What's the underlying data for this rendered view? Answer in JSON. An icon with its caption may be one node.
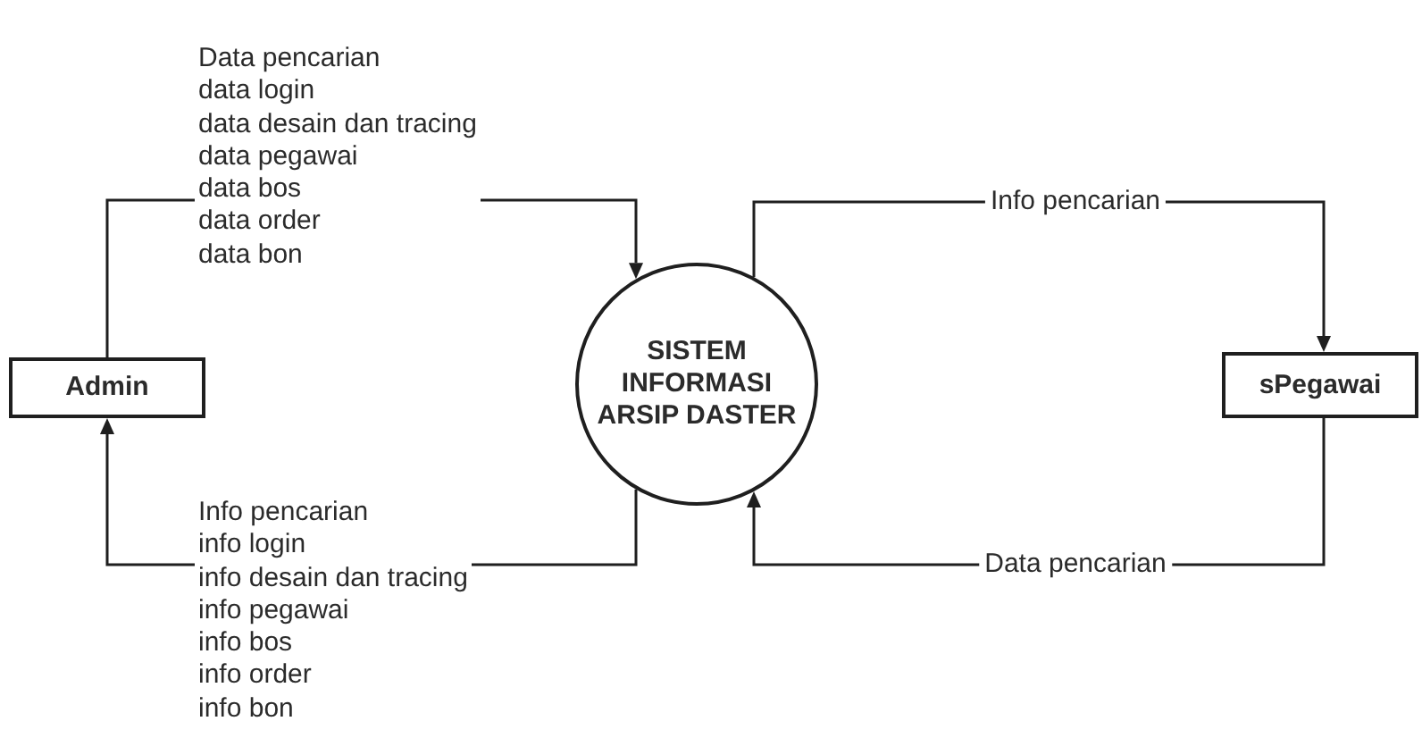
{
  "diagram": {
    "nodes": [
      {
        "text": [
          "Admin"
        ]
      },
      {
        "text": [
          "SISTEM INFORMASI ARSIP DASTER"
        ]
      },
      {
        "text": [
          "sPegawai"
        ]
      }
    ],
    "edges": [
      {
        "from": 0,
        "to": 1,
        "arrow": "to",
        "label": "Data pencarian data login data desain dan tracing data pegawai data bos data order data bon"
      },
      {
        "from": 1,
        "to": 0,
        "arrow": "to",
        "label": "Info pencarian info login info desain dan tracing info pegawai info bos info order info bon"
      },
      {
        "from": 1,
        "to": 2,
        "arrow": "to",
        "label": "Info pencarian"
      },
      {
        "from": 2,
        "to": 1,
        "arrow": "to",
        "label": "Data pencarian"
      }
    ]
  }
}
